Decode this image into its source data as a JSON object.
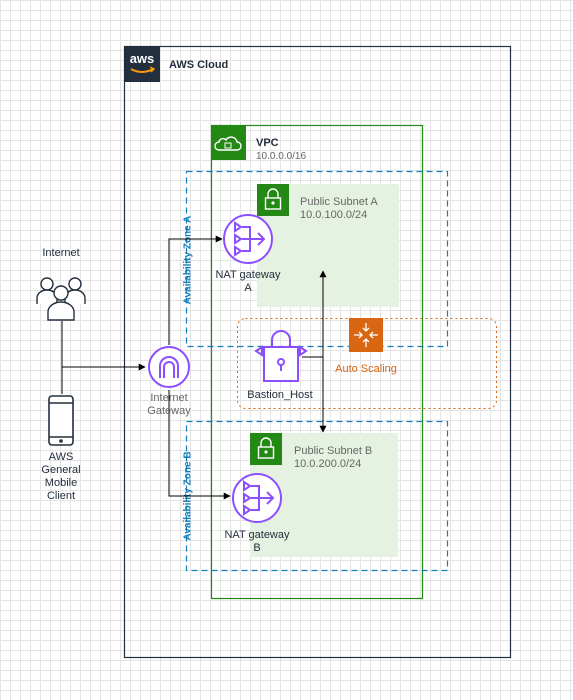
{
  "aws_cloud": {
    "label": "AWS Cloud",
    "logo_text": "aws"
  },
  "vpc": {
    "title": "VPC",
    "cidr": "10.0.0.0/16"
  },
  "availability_zones": [
    {
      "label": "Availability Zone A"
    },
    {
      "label": "Availability Zone B"
    }
  ],
  "subnets": [
    {
      "title": "Public Subnet A",
      "cidr": "10.0.100.0/24"
    },
    {
      "title": "Public Subnet B",
      "cidr": "10.0.200.0/24"
    }
  ],
  "nat_gateways": [
    {
      "line1": "NAT gateway",
      "line2": "A"
    },
    {
      "line1": "NAT gateway",
      "line2": "B"
    }
  ],
  "internet_gateway": {
    "line1": "Internet",
    "line2": "Gateway"
  },
  "bastion": {
    "label": "Bastion_Host"
  },
  "auto_scaling": {
    "label": "Auto Scaling"
  },
  "internet_users": {
    "label": "Internet"
  },
  "mobile_client": {
    "lines": [
      "AWS",
      "General",
      "Mobile",
      "Client"
    ]
  },
  "colors": {
    "aws_dark": "#232F3E",
    "vpc_green": "#248814",
    "subnet_fill": "#E6F2E1",
    "az_blue": "#147EBA",
    "auto_scaling_orange": "#D86613",
    "network_purple": "#8C4FFF",
    "text_gray": "#666666"
  },
  "icons": {
    "aws_logo": "aws-logo-icon",
    "vpc": "cloud-lock-icon",
    "subnet": "padlock-icon",
    "nat": "nat-gateway-icon",
    "igw": "internet-gateway-icon",
    "bastion": "bastion-host-icon",
    "auto_scaling": "auto-scaling-icon",
    "users": "users-icon",
    "mobile": "mobile-phone-icon"
  }
}
